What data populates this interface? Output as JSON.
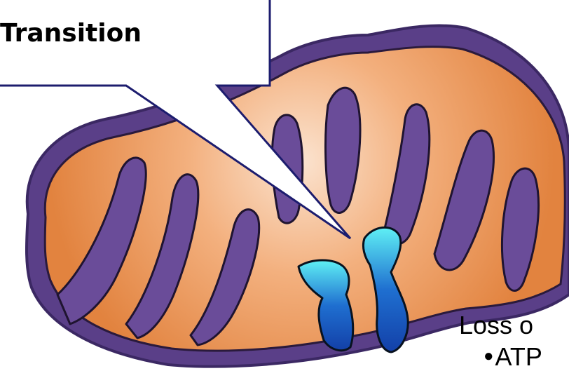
{
  "callout": {
    "title": "Transition"
  },
  "annotation": {
    "loss_label": "Loss o",
    "bullet_text": "ATP"
  },
  "colors": {
    "outer_membrane": "#5a3f88",
    "outer_membrane_dark": "#3b2863",
    "matrix_light": "#fbe3cf",
    "matrix_mid": "#f3b07e",
    "matrix_dark": "#e2833f",
    "cristae": "#6a4c99",
    "channel_light": "#5ff0f5",
    "channel_dark": "#1340a8",
    "callout_border": "#1c1c6e",
    "callout_fill": "#ffffff"
  },
  "icons": [
    "mitochondrion-icon",
    "atp-synthase-channel-icon",
    "speech-callout"
  ]
}
